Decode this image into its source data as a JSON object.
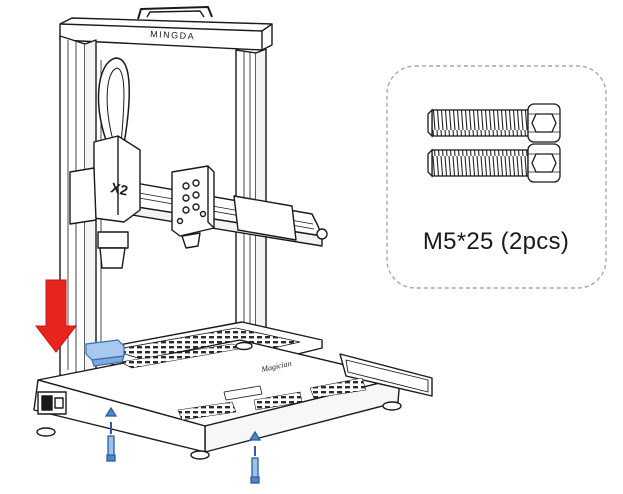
{
  "printer": {
    "brand_label": "MINGDA",
    "model_label": "X2",
    "mark_label": "Magician"
  },
  "screws_callout": {
    "label": "M5*25 (2pcs)",
    "quantity": 2
  },
  "arrow": {
    "color": "#e8251c"
  },
  "highlight": {
    "color": "#5a8fd0"
  }
}
